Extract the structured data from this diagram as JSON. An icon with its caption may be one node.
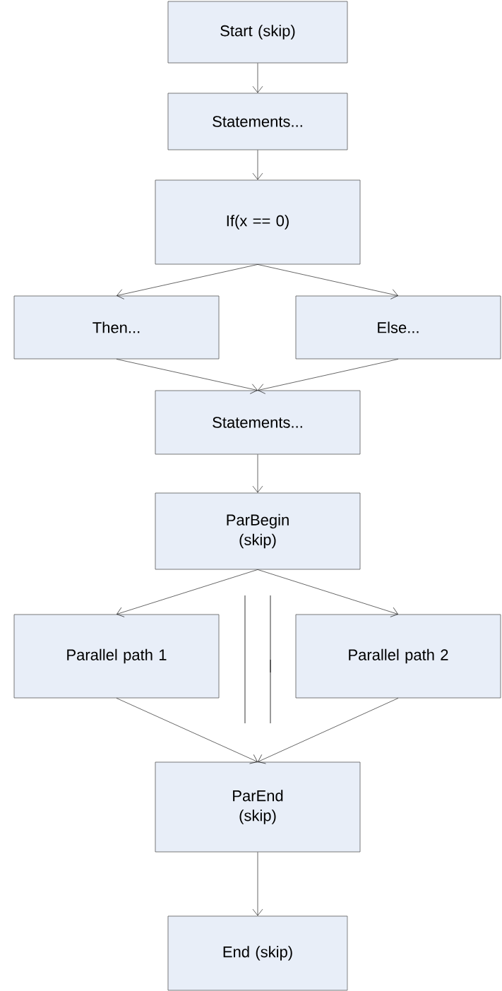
{
  "diagram": {
    "nodes": [
      {
        "text": [
          "Start (skip)"
        ]
      },
      {
        "text": [
          "Statements..."
        ]
      },
      {
        "text": [
          "If(x == 0)"
        ]
      },
      {
        "text": [
          "Then..."
        ]
      },
      {
        "text": [
          "Else..."
        ]
      },
      {
        "text": [
          "Statements..."
        ]
      },
      {
        "text": [
          "ParBegin (skip)"
        ]
      },
      {
        "text": [
          "Parallel path 1"
        ]
      },
      {
        "text": [
          "Parallel path 2"
        ]
      },
      {
        "text": [
          "ParEnd (skip)"
        ]
      },
      {
        "text": [
          "End (skip)"
        ]
      }
    ],
    "edges": [
      {
        "from": 0,
        "to": 1,
        "arrow": "to"
      },
      {
        "from": 1,
        "to": 2,
        "arrow": "to"
      },
      {
        "from": 2,
        "to": 3,
        "arrow": "to"
      },
      {
        "from": 2,
        "to": 4,
        "arrow": "to"
      },
      {
        "from": 3,
        "to": 5,
        "arrow": "to"
      },
      {
        "from": 4,
        "to": 5,
        "arrow": "to"
      },
      {
        "from": 5,
        "to": 6,
        "arrow": "to"
      },
      {
        "from": 6,
        "to": 7,
        "arrow": "to"
      },
      {
        "from": 6,
        "to": 8,
        "arrow": "to"
      },
      {
        "from": 7,
        "to": 9,
        "arrow": "to"
      },
      {
        "from": 8,
        "to": 9,
        "arrow": "to"
      },
      {
        "from": 9,
        "to": 10,
        "arrow": "to"
      }
    ]
  }
}
